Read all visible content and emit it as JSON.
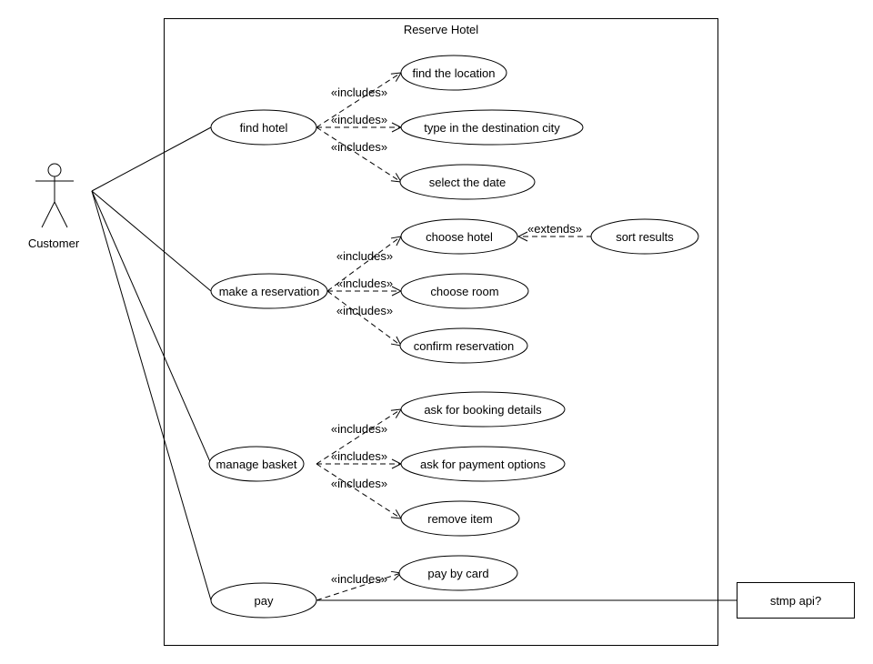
{
  "system": {
    "title": "Reserve Hotel"
  },
  "actor": {
    "name": "Customer"
  },
  "external_system": {
    "label": "stmp api?"
  },
  "use_cases": {
    "find_hotel": "find hotel",
    "find_location": "find the location",
    "type_destination": "type in the destination city",
    "select_date": "select the date",
    "make_reservation": "make a reservation",
    "choose_hotel": "choose hotel",
    "sort_results": "sort results",
    "choose_room": "choose room",
    "confirm_reservation": "confirm reservation",
    "manage_basket": "manage basket",
    "ask_booking_details": "ask for booking details",
    "ask_payment_options": "ask for payment options",
    "remove_item": "remove item",
    "pay": "pay",
    "pay_by_card": "pay by card"
  },
  "relations": {
    "includes": "«includes»",
    "extends": "«extends»"
  }
}
